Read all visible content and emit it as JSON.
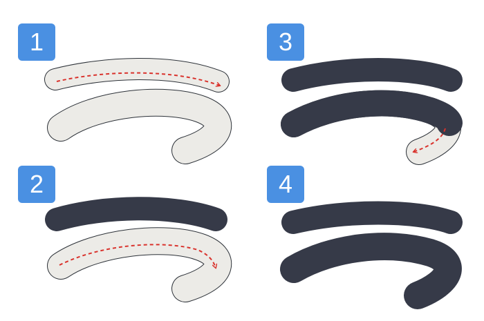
{
  "steps": [
    {
      "number": "1"
    },
    {
      "number": "2"
    },
    {
      "number": "3"
    },
    {
      "number": "4"
    }
  ],
  "colors": {
    "badge": "#4a90e2",
    "unfilled_stroke": "#ecebe7",
    "outline": "#2a2f36",
    "filled_stroke": "#363a48",
    "arrow": "#d9322c"
  },
  "icons": {
    "arrow": "dashed-direction-arrow-icon"
  }
}
